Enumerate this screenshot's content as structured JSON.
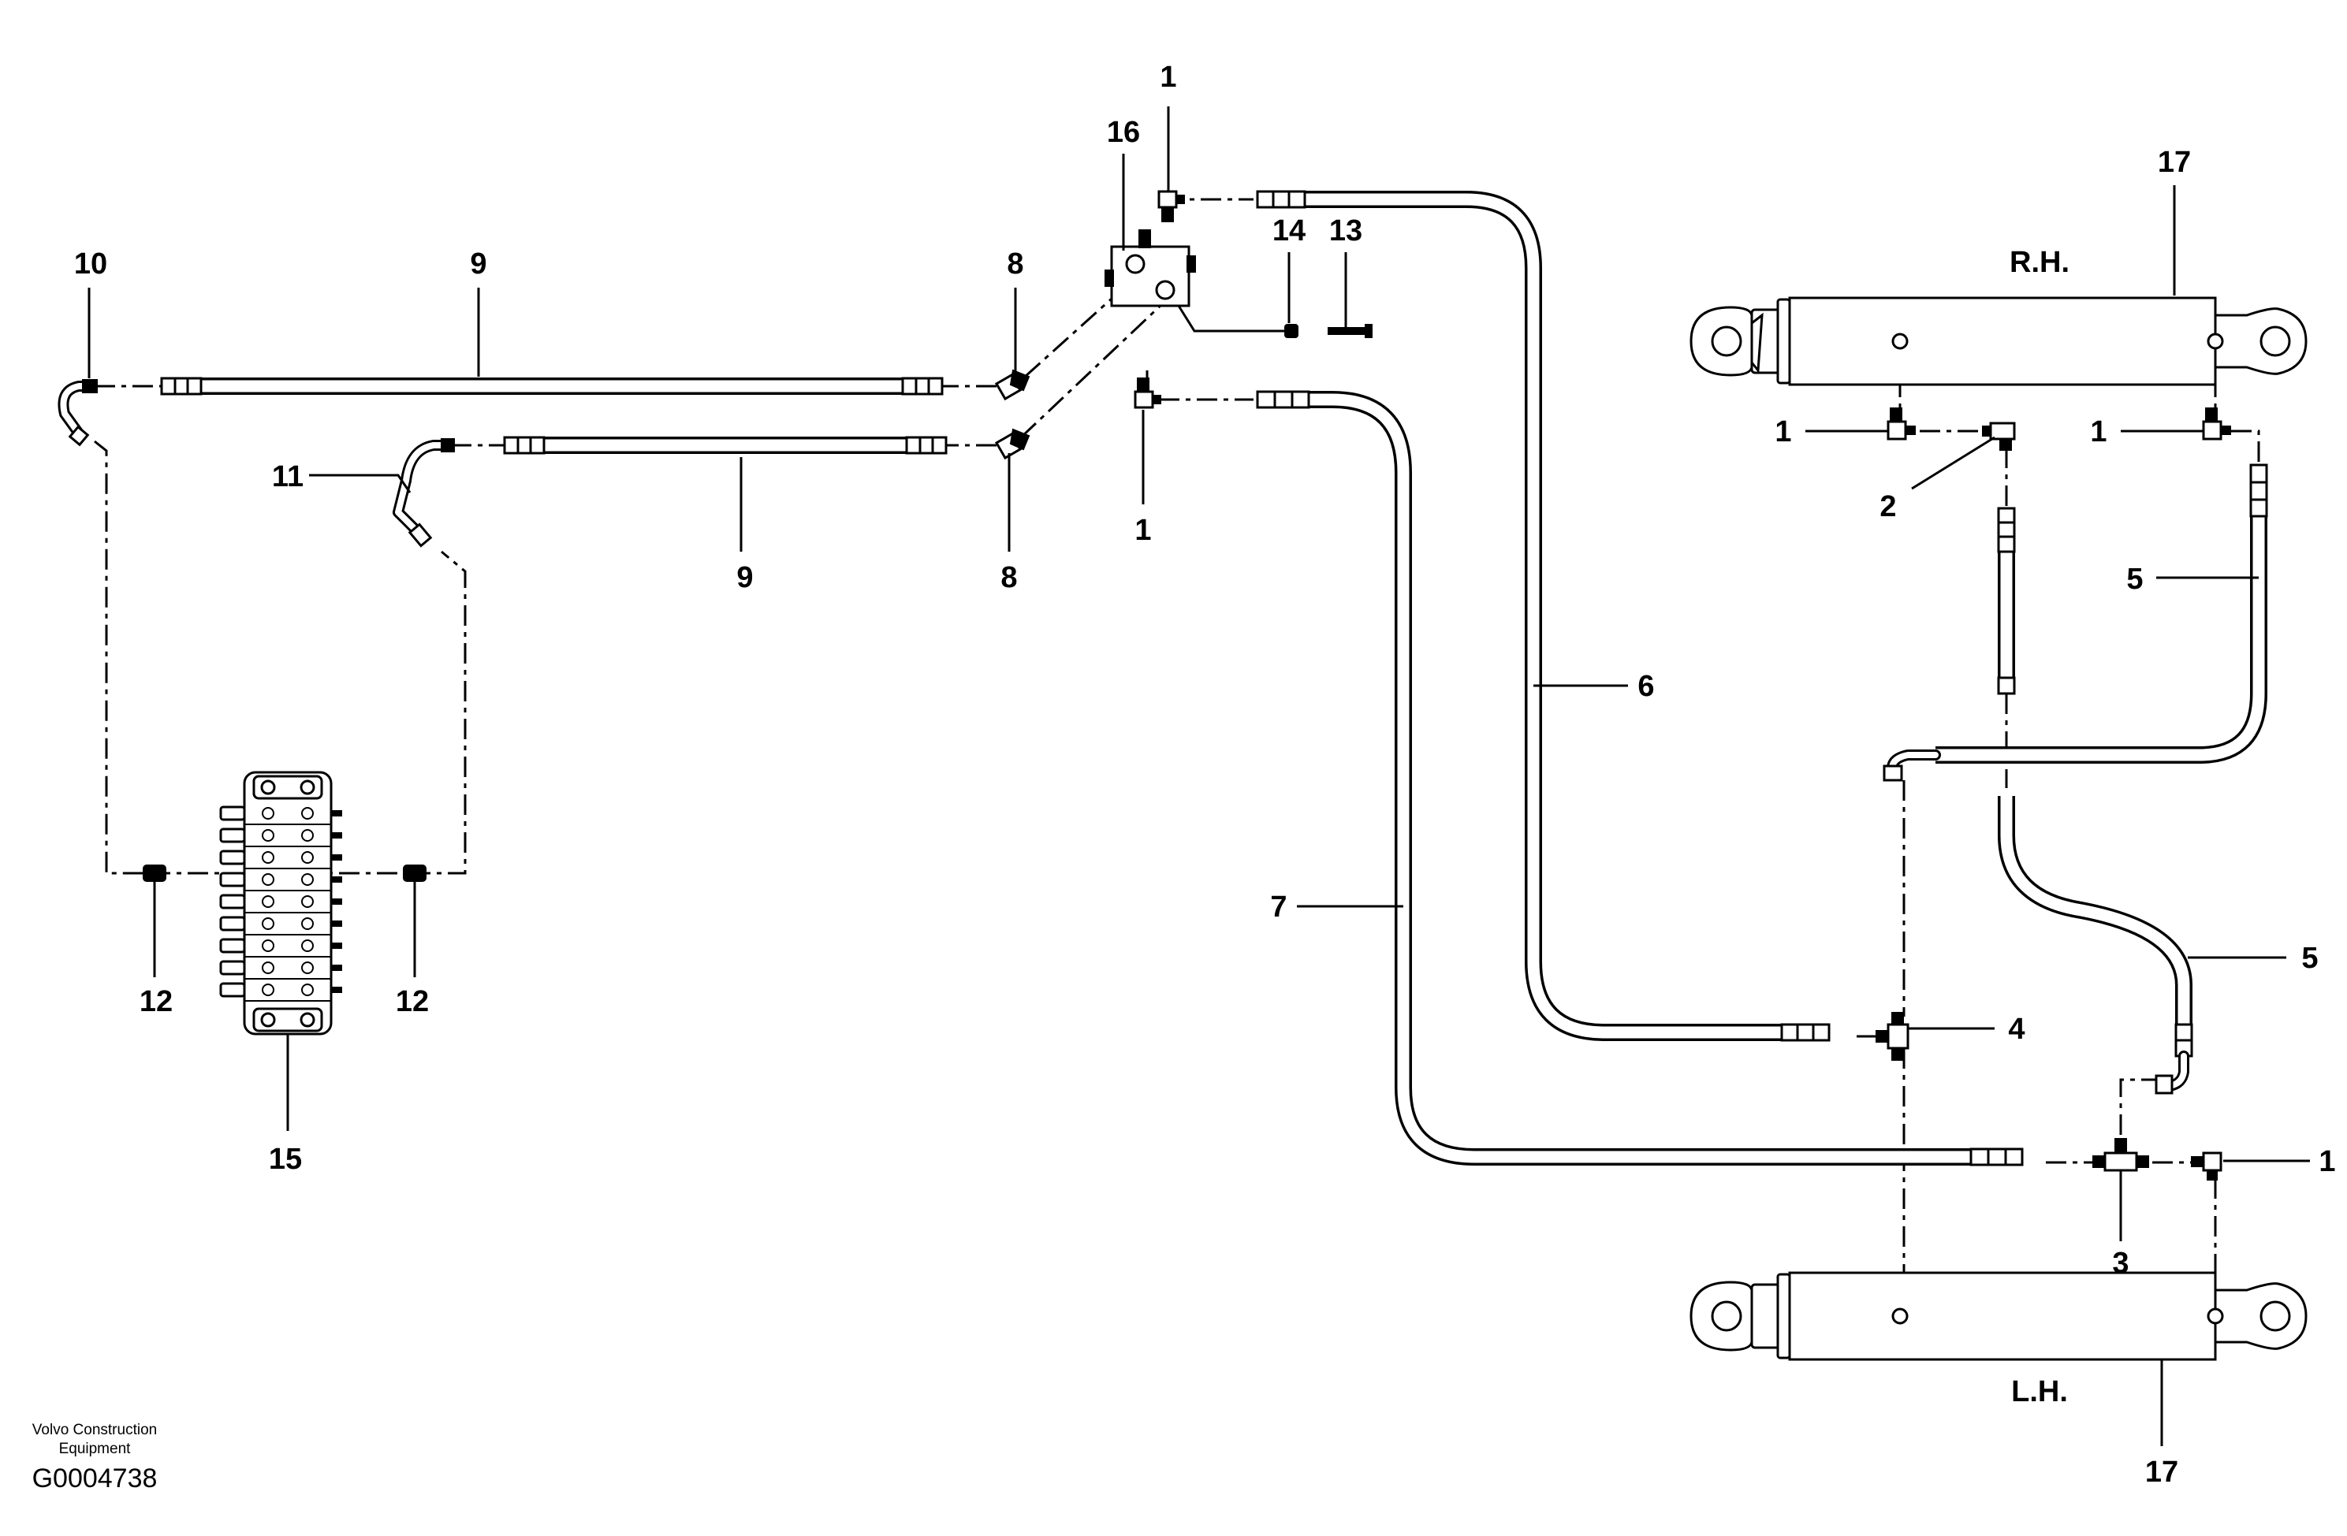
{
  "diagram": {
    "callouts": {
      "c1_top": "1",
      "c1_mid": "1",
      "c1_rh_left": "1",
      "c1_rh_right": "1",
      "c1_lower_right": "1",
      "c2": "2",
      "c3": "3",
      "c4": "4",
      "c5_upper": "5",
      "c5_lower": "5",
      "c6": "6",
      "c7": "7",
      "c8_upper": "8",
      "c8_lower": "8",
      "c9_upper": "9",
      "c9_lower": "9",
      "c10": "10",
      "c11": "11",
      "c12_left": "12",
      "c12_right": "12",
      "c13": "13",
      "c14": "14",
      "c15": "15",
      "c16": "16",
      "c17_top": "17",
      "c17_bottom": "17"
    },
    "labels": {
      "rh": "R.H.",
      "lh": "L.H."
    },
    "footer": {
      "company_line1": "Volvo Construction",
      "company_line2": "Equipment",
      "drawing_number": "G0004738"
    }
  }
}
